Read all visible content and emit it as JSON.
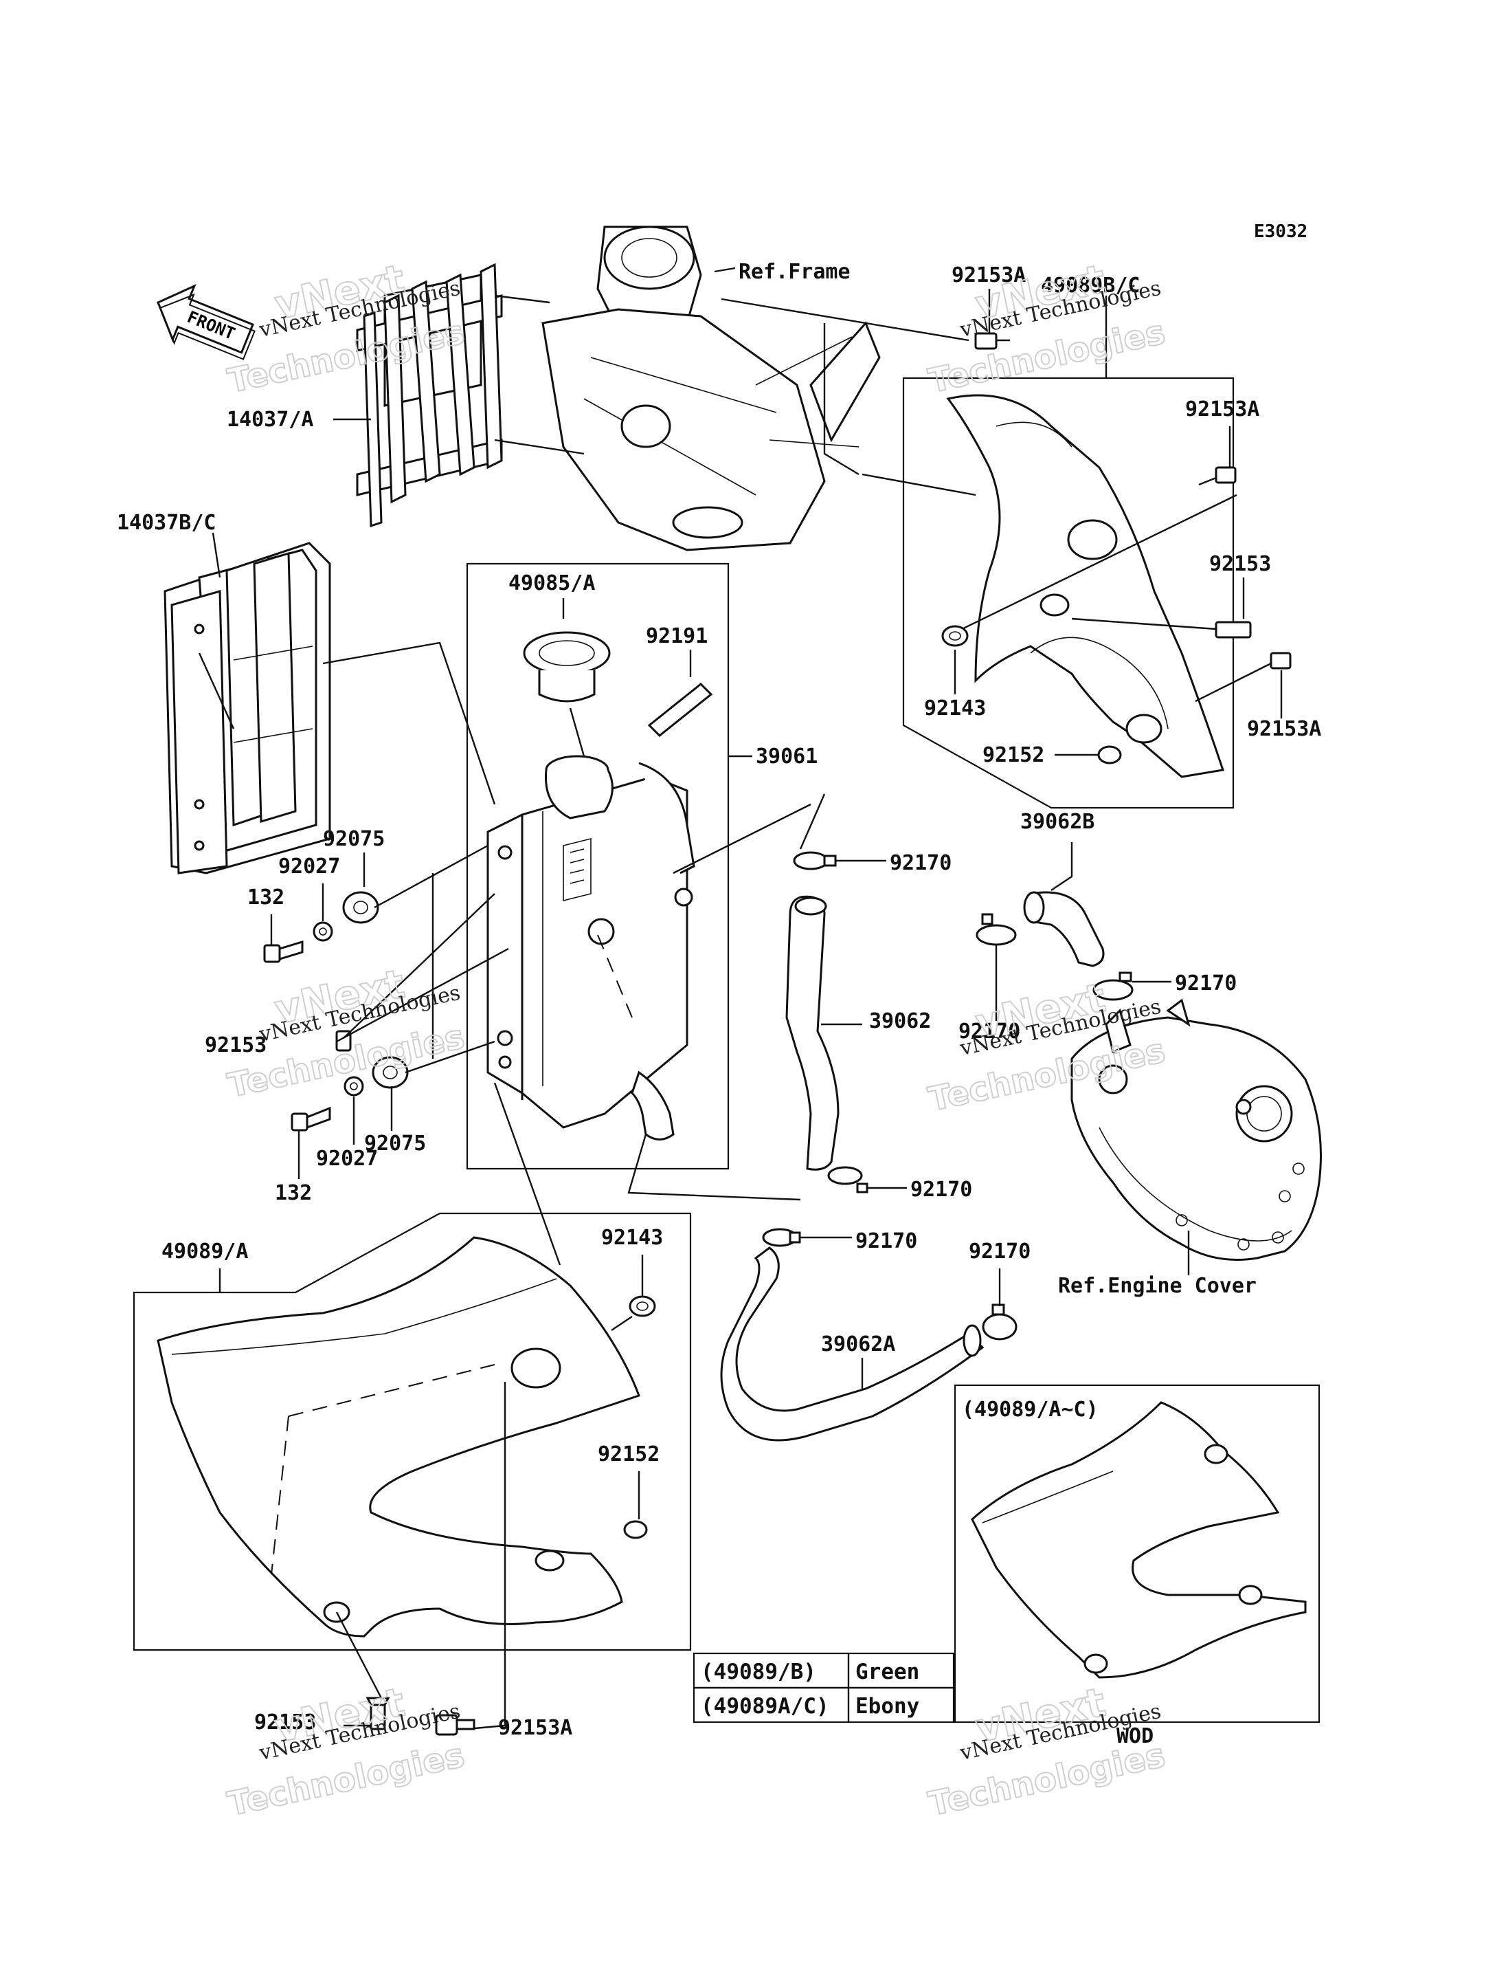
{
  "diagram_code": "E3032",
  "front_label": "FRONT",
  "watermark": {
    "line1": "vNext Technologies",
    "line2": "vNext",
    "line3": "Technologies"
  },
  "callouts": {
    "ref_frame": "Ref.Frame",
    "p92153A_top": "92153A",
    "p49089BC": "49089B/C",
    "p14037A": "14037/A",
    "p92153A_r1": "92153A",
    "p14037BC": "14037B/C",
    "p49085A": "49085/A",
    "p92191": "92191",
    "p92153": "92153",
    "p39061": "39061",
    "p92143_r": "92143",
    "p92153A_r2": "92153A",
    "p92152_r": "92152",
    "p39062B": "39062B",
    "p92075_top": "92075",
    "p92027_top": "92027",
    "p92170_a": "92170",
    "p132_top": "132",
    "p92170_b": "92170",
    "p92170_c": "92170",
    "p92153_l": "92153",
    "p39062": "39062",
    "p92075_bot": "92075",
    "p92027_bot": "92027",
    "p132_bot": "132",
    "p92170_d": "92170",
    "p49089A": "49089/A",
    "p92143_l": "92143",
    "p92170_e": "92170",
    "p92170_f": "92170",
    "ref_engine_cover": "Ref.Engine Cover",
    "p39062A": "39062A",
    "p92152_l": "92152",
    "inset_title": "(49089/A~C)",
    "p92153_bot": "92153",
    "p92153A_bot": "92153A",
    "wod": "WOD"
  },
  "color_table": [
    {
      "part": "(49089/B)",
      "color": "Green"
    },
    {
      "part": "(49089A/C)",
      "color": "Ebony"
    }
  ]
}
